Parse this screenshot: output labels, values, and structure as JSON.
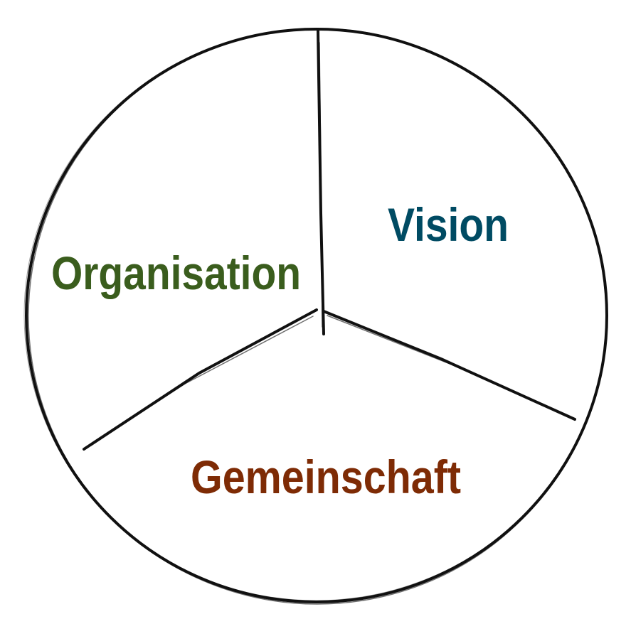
{
  "diagram": {
    "segments": [
      {
        "label": "Vision",
        "color": "#004b63"
      },
      {
        "label": "Organisation",
        "color": "#3a5d1d"
      },
      {
        "label": "Gemeinschaft",
        "color": "#7e2b05"
      }
    ],
    "stroke_color": "#111111"
  }
}
